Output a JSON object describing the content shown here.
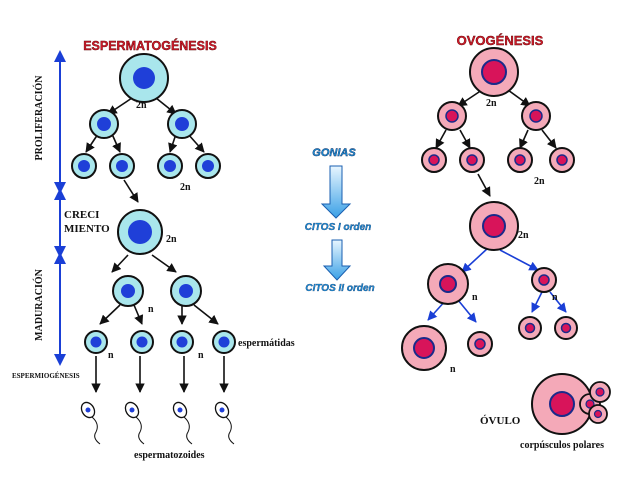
{
  "titles": {
    "left": "ESPERMATOGÉNESIS",
    "right": "OVOGÉNESIS"
  },
  "phases": {
    "proliferacion": "PROLIFERACIÓN",
    "crecimiento_1": "CRECI",
    "crecimiento_2": "MIENTO",
    "maduracion": "MADURACIÓN",
    "espermiogenesis": "ESPERMIOGÉNESIS"
  },
  "center": {
    "gonias": "GONIAS",
    "citos1": "CITOS I orden",
    "citos2": "CITOS II orden"
  },
  "left_labels": {
    "a": "2n",
    "b": "2n",
    "c": "2n",
    "d": "n",
    "e": "n",
    "f": "n",
    "espermatidas": "espermátidas",
    "espermatozoides": "espermatozoides"
  },
  "right_labels": {
    "a": "2n",
    "b": "2n",
    "c": "2n",
    "d": "n",
    "e": "n",
    "f": "n",
    "ovulo": "ÓVULO",
    "corpusculos": "corpúsculos polares"
  },
  "colors": {
    "title_red": "#d11a2a",
    "arrow_blue": "#1a3fd6",
    "sperm_cell": "#a9e6ec",
    "sperm_nucleus": "#1f3fd8",
    "ovo_cell": "#f4a9b8",
    "ovo_nucleus": "#d8145a",
    "center_text": "#1e8fd6"
  }
}
